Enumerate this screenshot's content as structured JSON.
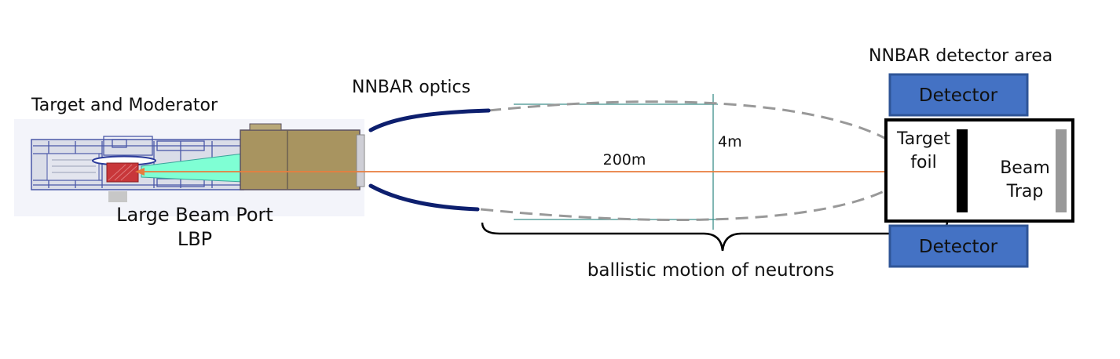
{
  "labels": {
    "target_moderator": "Target and Moderator",
    "beam_port_line1": "Large Beam Port",
    "beam_port_line2": "LBP",
    "optics": "NNBAR optics",
    "detector_area": "NNBAR detector area",
    "detector_top": "Detector",
    "detector_bottom": "Detector",
    "distance": "200m",
    "width": "4m",
    "target_foil_line1": "Target",
    "target_foil_line2": "foil",
    "beam_trap_line1": "Beam",
    "beam_trap_line2": "Trap",
    "ballistic": "ballistic motion of neutrons"
  },
  "colors": {
    "optics_mirror": "#0d1f6e",
    "neutron_path": "#999999",
    "beam_line": "#e87d3e",
    "dimension_lines": "#3d8f8a",
    "detector_fill": "#4472c4",
    "detector_border": "#2f5597",
    "moderator_red": "#c8373a",
    "moderator_cyan": "#7fffd4",
    "shielding_olive": "#a89460",
    "beam_trap_gray": "#999999"
  }
}
